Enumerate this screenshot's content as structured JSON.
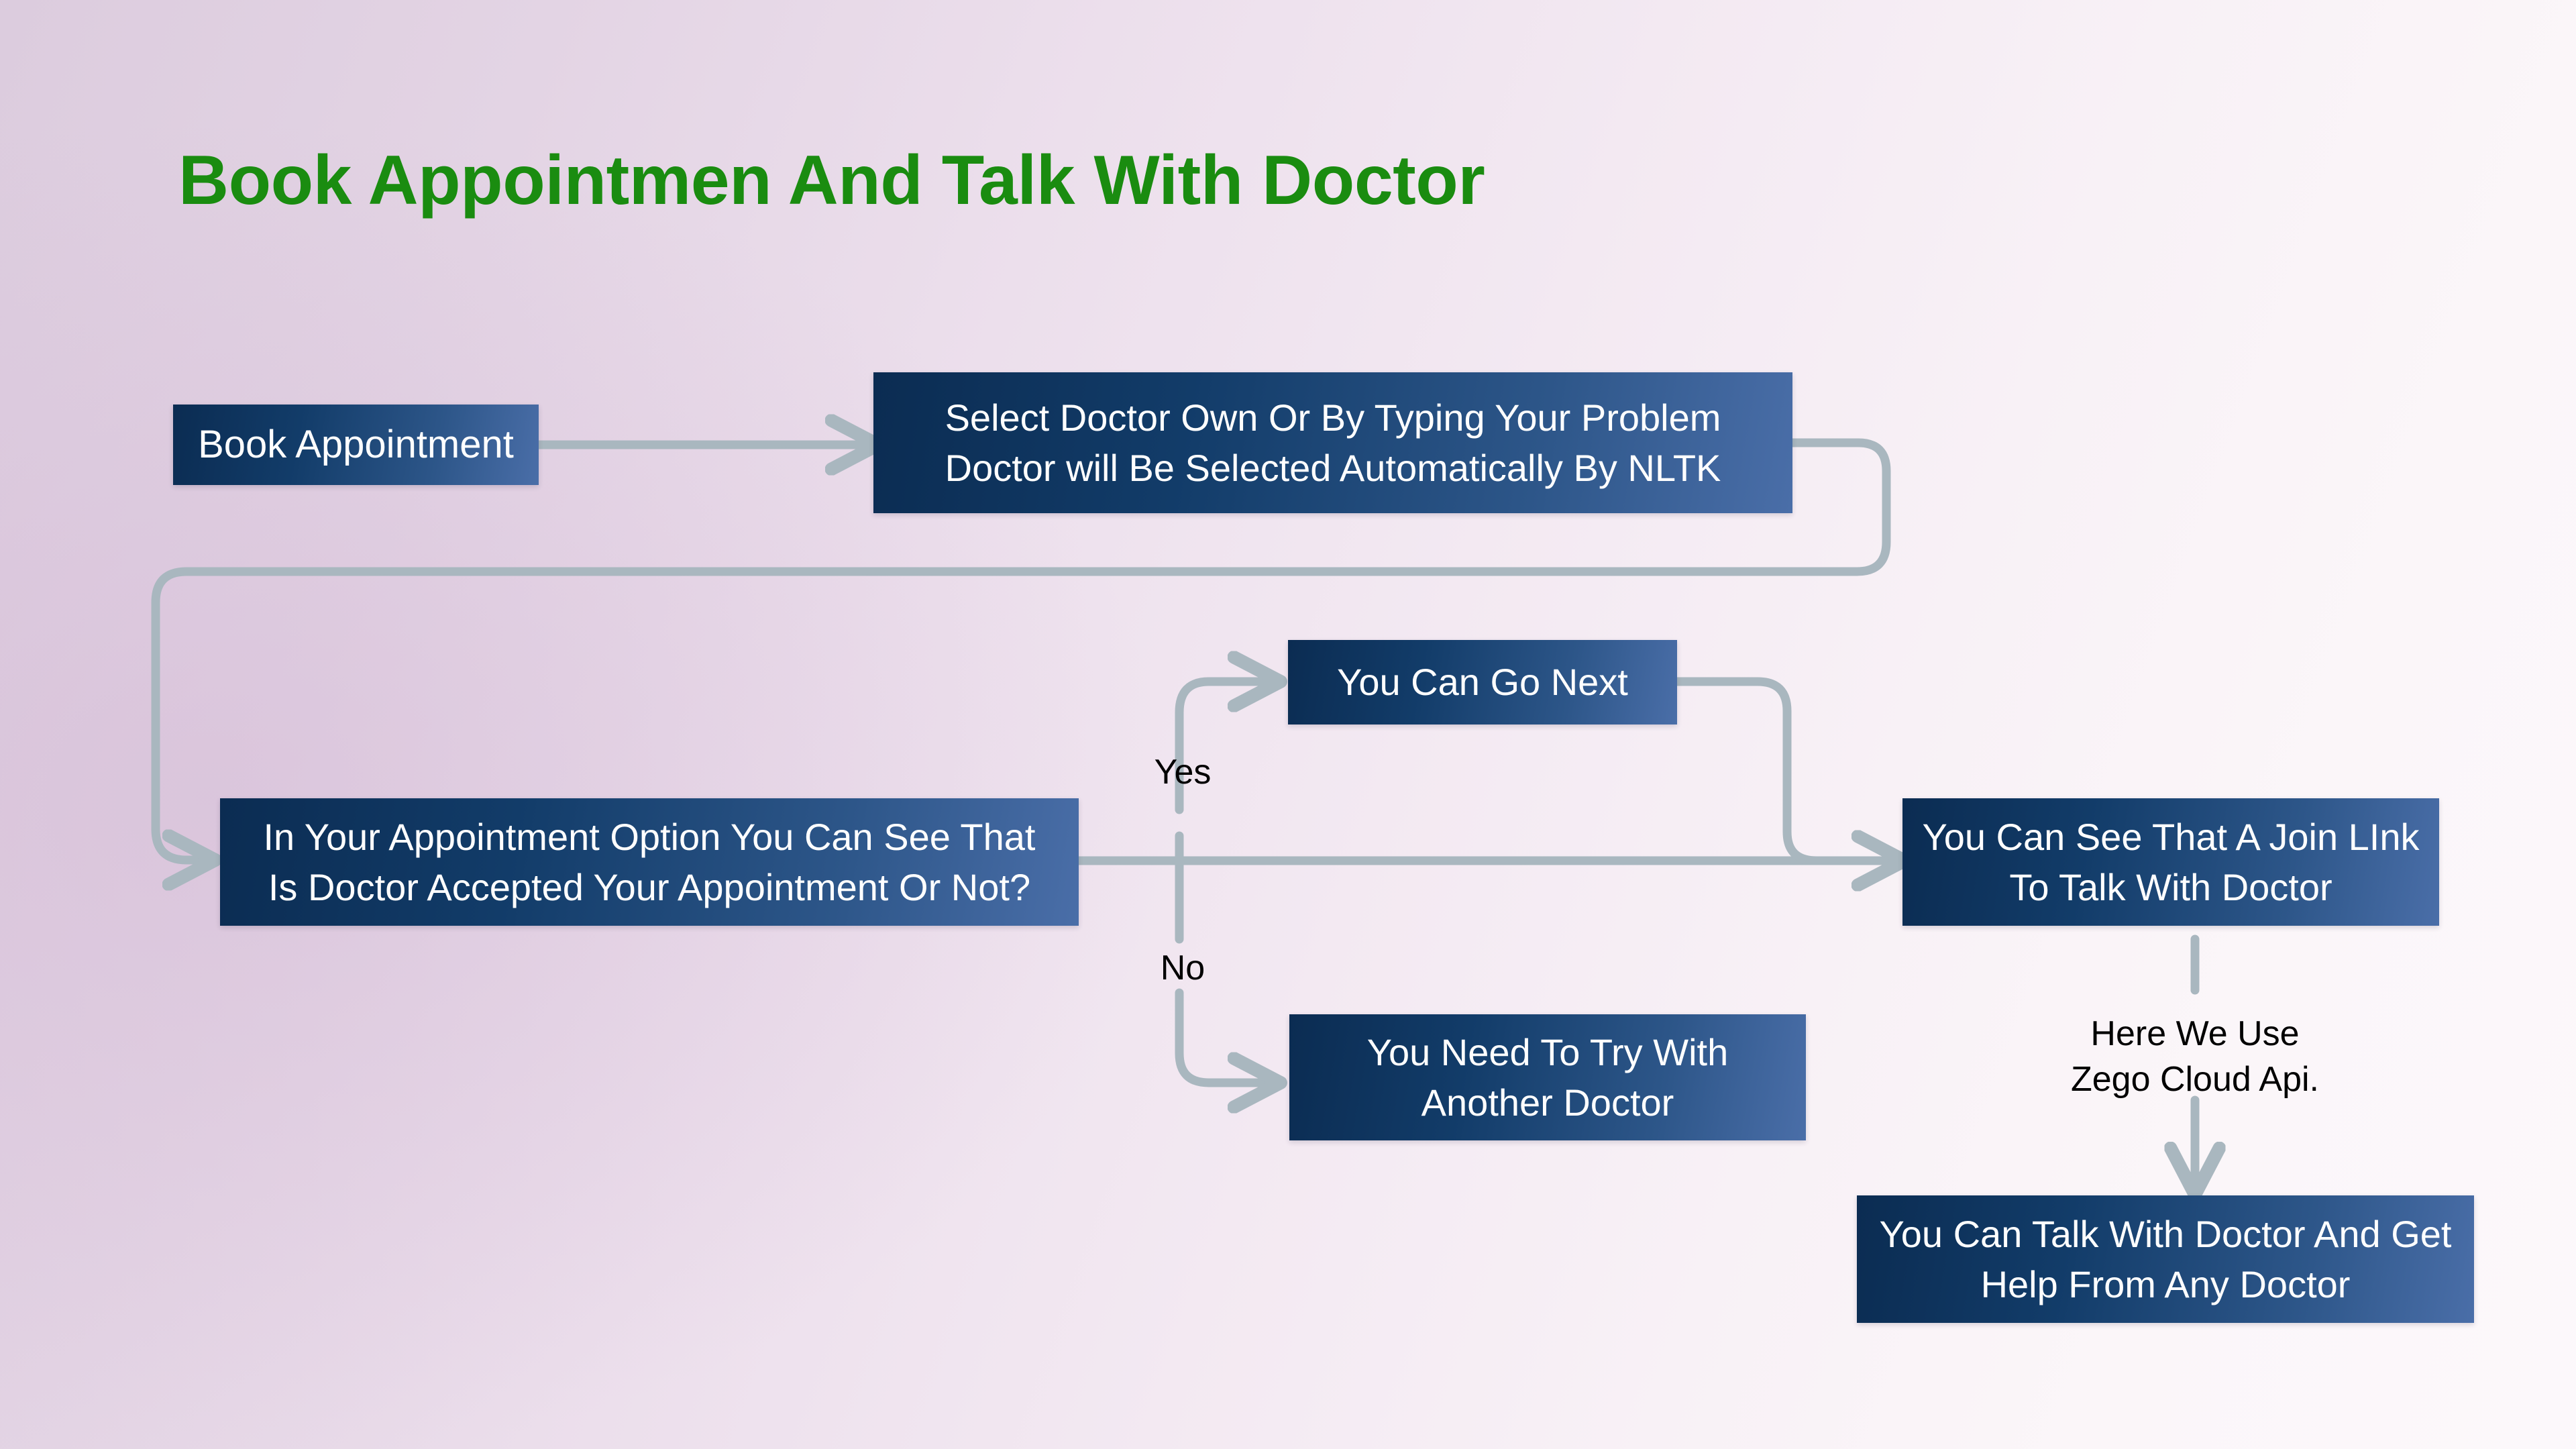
{
  "diagram": {
    "title": "Book Appointmen And Talk With Doctor",
    "title_color": "#1a8c10",
    "node_gradient_from": "#0b2c52",
    "node_gradient_to": "#4a6ea8",
    "node_text_color": "#ffffff",
    "connector_color": "#a9b7bf",
    "background_from": "#dcccde",
    "background_to": "#fcf8fb",
    "type": "flowchart"
  },
  "nodes": {
    "book_appointment": "Book Appointment",
    "select_doctor": "Select Doctor Own Or  By Typing Your Problem\nDoctor will Be Selected Automatically By NLTK",
    "appointment_status": "In Your Appointment Option You Can See That\nIs Doctor Accepted Your Appointment Or Not?",
    "go_next": "You Can Go Next",
    "try_another": "You Need To Try With\nAnother Doctor",
    "join_link": "You Can See That A Join LInk\nTo Talk With Doctor",
    "talk_with_doctor": "You Can Talk With Doctor And Get\nHelp From Any Doctor"
  },
  "edge_labels": {
    "yes": "Yes",
    "no": "No",
    "zego": "Here We Use\nZego Cloud Api."
  }
}
